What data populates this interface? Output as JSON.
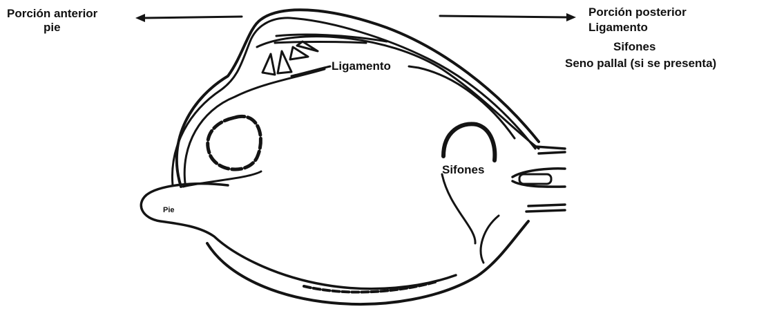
{
  "labels": {
    "anterior_line1": "Porción anterior",
    "anterior_line2": "pie",
    "posterior_line1": "Porción posterior",
    "posterior_line2": "Ligamento",
    "posterior_line3": "Sifones",
    "posterior_line4": "Seno pallal (si se presenta)",
    "ligamento": "Ligamento",
    "sifones": "Sifones",
    "pie": "Pie"
  },
  "colors": {
    "ink": "#141414",
    "background": "#ffffff"
  }
}
